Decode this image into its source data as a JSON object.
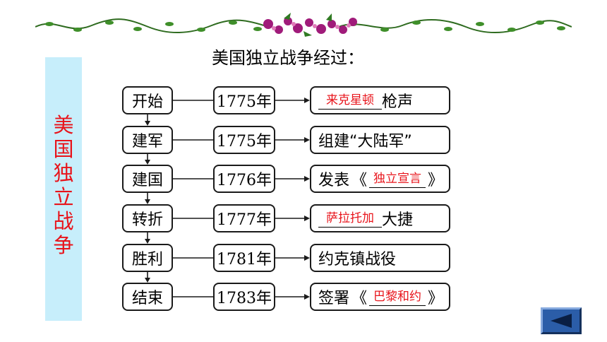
{
  "title": "美国独立战争经过：",
  "side_title": "美国独立战争",
  "rows": [
    {
      "stage": "开始",
      "year": "1775年",
      "answer": "来克星顿",
      "after": "枪声"
    },
    {
      "stage": "建军",
      "year": "1775年",
      "text": "组建“大陆军”"
    },
    {
      "stage": "建国",
      "year": "1776年",
      "prefix": "发表",
      "open": "《",
      "answer": "独立宣言",
      "close": "》"
    },
    {
      "stage": "转折",
      "year": "1777年",
      "answer": "萨拉托加",
      "after": "大捷"
    },
    {
      "stage": "胜利",
      "year": "1781年",
      "text": "约克镇战役"
    },
    {
      "stage": "结束",
      "year": "1783年",
      "prefix": "签署",
      "open": "《",
      "answer": "巴黎和约",
      "close": "》"
    }
  ],
  "icons": {
    "back": "back-arrow-icon",
    "banner": "floral-vine-icon"
  },
  "colors": {
    "answer": "#e8141b",
    "side_panel": "#c7eefb",
    "button": "#2b5da8"
  }
}
